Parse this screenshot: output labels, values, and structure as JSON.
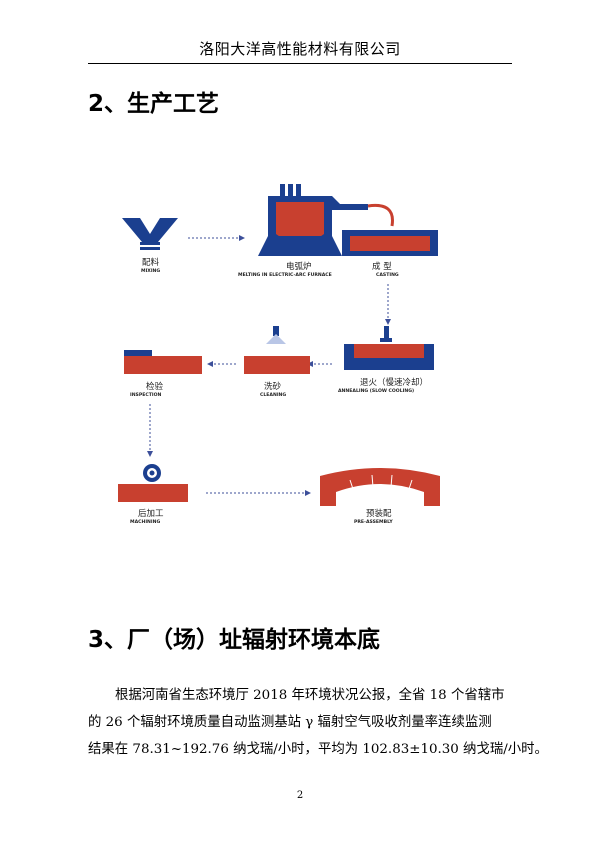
{
  "header": {
    "company": "洛阳大洋高性能材料有限公司"
  },
  "sections": {
    "process_title": "2、生产工艺",
    "background_title": "3、厂（场）址辐射环境本底"
  },
  "diagram": {
    "steps": {
      "mixing": {
        "cn": "配料",
        "en": "MIXING"
      },
      "melting": {
        "cn": "电弧炉",
        "en": "MELTING IN ELECTRIC-ARC FURNACE"
      },
      "casting": {
        "cn": "成 型",
        "en": "CASTING"
      },
      "annealing": {
        "cn": "退火（慢速冷却）",
        "en": "ANNEALING (SLOW COOLING)"
      },
      "cleaning": {
        "cn": "洗砂",
        "en": "CLEANING"
      },
      "inspection": {
        "cn": "检验",
        "en": "INSPECTION"
      },
      "machining": {
        "cn": "后加工",
        "en": "MACHINING"
      },
      "preassembly": {
        "cn": "预装配",
        "en": "PRE-ASSEMBLY"
      }
    },
    "colors": {
      "product": "#c8402f",
      "equipment": "#1b3f8f",
      "arrow": "#3c4f9a"
    }
  },
  "paragraph": {
    "line1": "根据河南省生态环境厅 2018 年环境状况公报，全省 18 个省辖市",
    "line2": "的 26 个辐射环境质量自动监测基站 γ 辐射空气吸收剂量率连续监测",
    "line3": "结果在 78.31~192.76 纳戈瑞/小时，平均为 102.83±10.30 纳戈瑞/小时。"
  },
  "page_number": "2"
}
